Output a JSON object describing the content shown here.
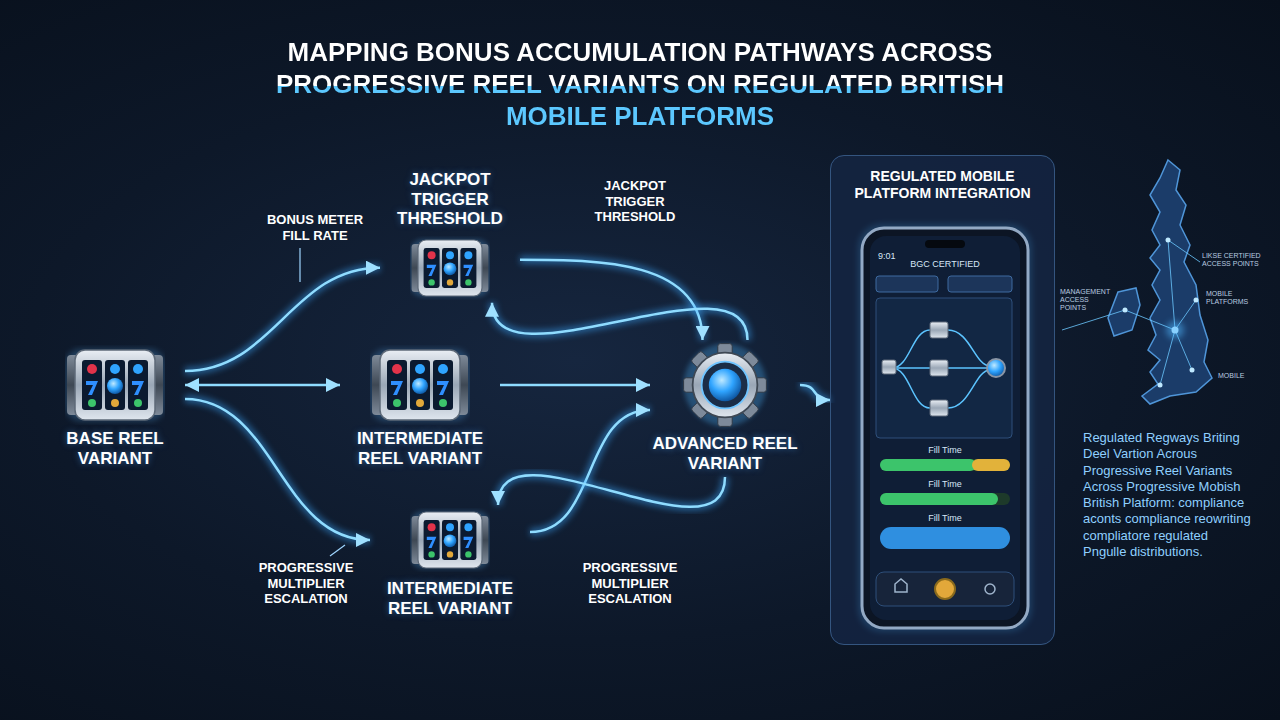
{
  "diagram": {
    "title": "MAPPING BONUS ACCUMULATION PATHWAYS ACROSS PROGRESSIVE REEL VARIANTS ON REGULATED BRITISH MOBILE PLATFORMS",
    "nodes": [
      {
        "text": [
          "BASE REEL VARIANT"
        ]
      },
      {
        "text": [
          "JACKPOT TRIGGER THRESHOLD"
        ]
      },
      {
        "text": [
          "INTERMEDIATE REEL VARIANT"
        ]
      },
      {
        "text": [
          "INTERMEDIATE REEL VARIANT"
        ]
      },
      {
        "text": [
          "ADVANCED REEL VARIANT"
        ]
      },
      {
        "text": [
          "REGULATED MOBILE PLATFORM INTEGRATION"
        ]
      }
    ],
    "edges": [
      {
        "from": 0,
        "to": 2,
        "arrow": "both"
      },
      {
        "from": 0,
        "to": 1,
        "arrow": "to"
      },
      {
        "from": 0,
        "to": 3,
        "arrow": "to"
      },
      {
        "from": 1,
        "to": 4,
        "arrow": "to"
      },
      {
        "from": 2,
        "to": 4,
        "arrow": "to"
      },
      {
        "from": 3,
        "to": 4,
        "arrow": "to"
      },
      {
        "from": 4,
        "to": 1,
        "arrow": "to"
      },
      {
        "from": 4,
        "to": 3,
        "arrow": "to"
      },
      {
        "from": 4,
        "to": 5,
        "arrow": "to"
      }
    ],
    "labels": [
      "BONUS METER FILL RATE",
      "JACKPOT TRIGGER THRESHOLD",
      "PROGRESSIVE MULTIPLIER ESCALATION",
      "PROGRESSIVE MULTIPLIER ESCALATION",
      "9:01",
      "BGC CERTIFIED",
      "Fill Time",
      "Fill Time",
      "Fill Time",
      "LIKSE CERTIFIED ACCESS POINTS",
      "MOBILE PLATFORMS",
      "MANAGEMENT ACCESS POINTS",
      "MOBILE",
      "Regulated Regways Briting Deel Vartion Acrous Progressive Reel Variants Across Progressive Mobish British Platform: compliance aconts compliance reowriting compliatore regulated Pngulle distributions."
    ]
  }
}
